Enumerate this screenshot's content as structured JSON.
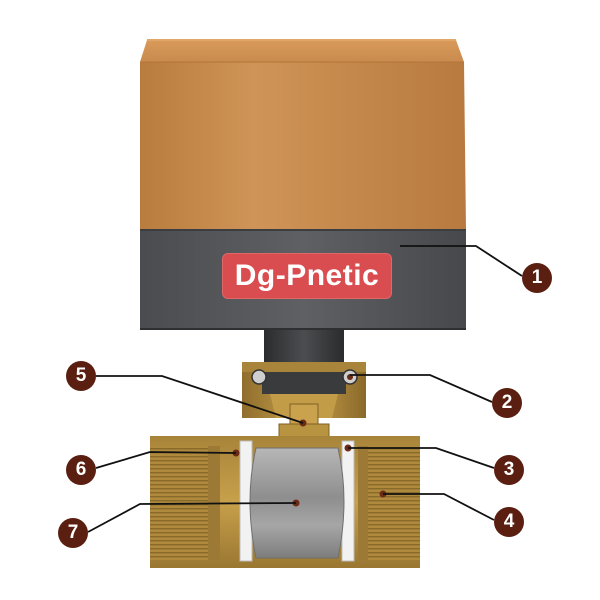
{
  "brand": {
    "label": "Dg-Pnetic"
  },
  "callouts": [
    {
      "number": "1"
    },
    {
      "number": "2"
    },
    {
      "number": "3"
    },
    {
      "number": "4"
    },
    {
      "number": "5"
    },
    {
      "number": "6"
    },
    {
      "number": "7"
    }
  ],
  "colors": {
    "actuator_cover": "#c98b4e",
    "actuator_base": "#55575a",
    "brand_badge": "#d94d50",
    "brass": "#b8923f",
    "ball": "#9c9c9c",
    "callout_badge": "#5a1f10",
    "leader_line": "#111111"
  }
}
